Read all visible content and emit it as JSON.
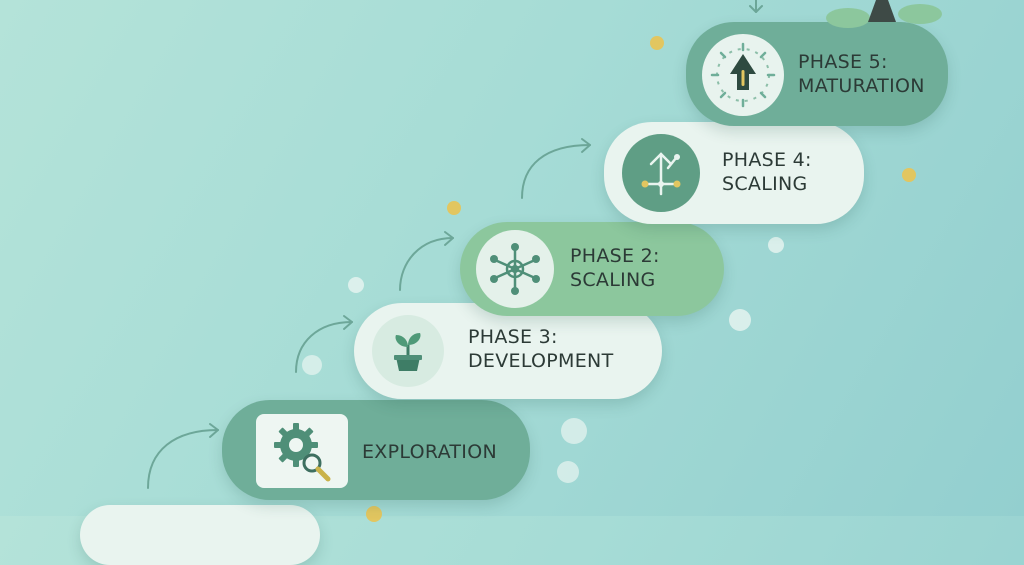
{
  "steps": [
    {
      "id": "exploration",
      "label": "EXPLORATION",
      "icon": "gear-magnifier-icon"
    },
    {
      "id": "phase3",
      "label": "PHASE 3:\nDEVELOPMENT",
      "icon": "sprout-pot-icon"
    },
    {
      "id": "phase2",
      "label": "PHASE 2:\nSCALING",
      "icon": "network-hub-icon"
    },
    {
      "id": "phase4",
      "label": "PHASE 4:\nSCALING",
      "icon": "branching-arrow-icon"
    },
    {
      "id": "phase5",
      "label": "PHASE 5:\nMATURATION",
      "icon": "upward-arrow-sunburst-icon"
    }
  ],
  "colors": {
    "background_start": "#b4e3d9",
    "background_end": "#93cfcf",
    "pill_dark": "#6fae99",
    "pill_light": "#e9f4ef",
    "pill_mid": "#8cc79d",
    "icon_green": "#4f8f78",
    "accent_yellow": "#e2c660",
    "text": "#2c3a36"
  }
}
